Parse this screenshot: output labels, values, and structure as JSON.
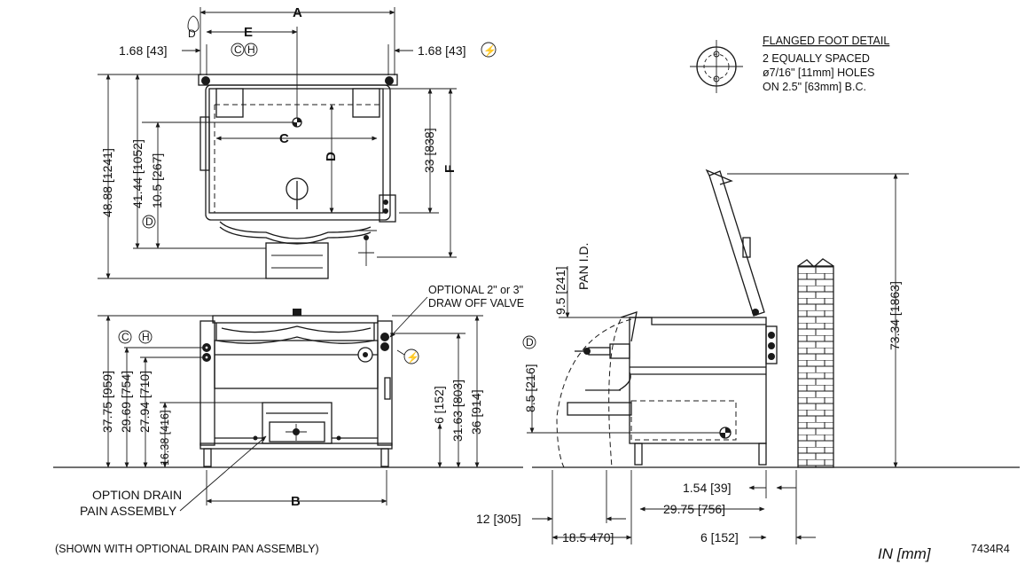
{
  "top_view": {
    "dim_a": "A",
    "dim_e": "E",
    "dim_c": "C",
    "dim_d": "D",
    "dim_f": "F",
    "side_left": "1.68 [43]",
    "side_right": "1.68 [43]",
    "depth_overall": "48.88 [1241]",
    "depth_body": "41.44 [1052]",
    "drain_offset": "10.5 [267]",
    "depth_right": "33 [838]"
  },
  "flange_detail": {
    "title": "FLANGED FOOT DETAIL",
    "line1": "2 EQUALLY SPACED",
    "line2": "ø7/16\" [11mm] HOLES",
    "line3": "ON 2.5\" [63mm] B.C."
  },
  "front_view": {
    "valve_note_1": "OPTIONAL 2\" or 3\"",
    "valve_note_2": "DRAW OFF VALVE",
    "h_overall": "37.75 [959]",
    "h_pour": "29.69 [754]",
    "h_pivot": "27.94 [710]",
    "h_drain": "16.38 [416]",
    "h_valve": "6 [152]",
    "h_rim": "31.63 [803]",
    "h_body": "36 [914]",
    "dim_b": "B",
    "drain_label_1": "OPTION DRAIN",
    "drain_label_2": "PAIN ASSEMBLY"
  },
  "side_view": {
    "pan_depth": "9.5 [241]",
    "pan_depth_label": "PAN I.D.",
    "drain_height": "8.5 [216]",
    "lid_height": "73.34 [1863]",
    "rear_clear": "1.54 [39]",
    "body_depth": "29.75 [756]",
    "front_clear": "12 [305]",
    "tilt_reach": "18.5 470]",
    "wall_clear": "6 [152]"
  },
  "symbols": {
    "drain": "D",
    "cold": "C",
    "hot": "H",
    "electric": "⚡"
  },
  "footer": {
    "caption": "(SHOWN WITH OPTIONAL DRAIN PAN ASSEMBLY)",
    "units": "IN [mm]",
    "drawing_no": "7434R4"
  }
}
